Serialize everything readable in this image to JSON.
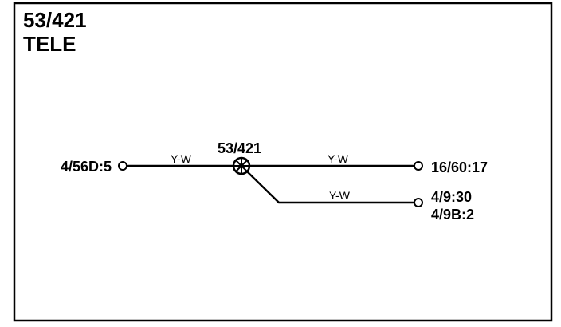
{
  "header": {
    "code": "53/421",
    "name": "TELE"
  },
  "splice": {
    "label": "53/421"
  },
  "wires": [
    {
      "color": "Y-W",
      "from": "4/56D:5",
      "to": "53/421"
    },
    {
      "color": "Y-W",
      "from": "53/421",
      "to": "16/60:17"
    },
    {
      "color": "Y-W",
      "from": "53/421",
      "to": "4/9:30 / 4/9B:2"
    }
  ],
  "terminals": {
    "left": "4/56D:5",
    "right_top": "16/60:17",
    "right_bottom_line1": "4/9:30",
    "right_bottom_line2": "4/9B:2"
  },
  "colors": {
    "ink": "#000000",
    "background": "#ffffff"
  }
}
